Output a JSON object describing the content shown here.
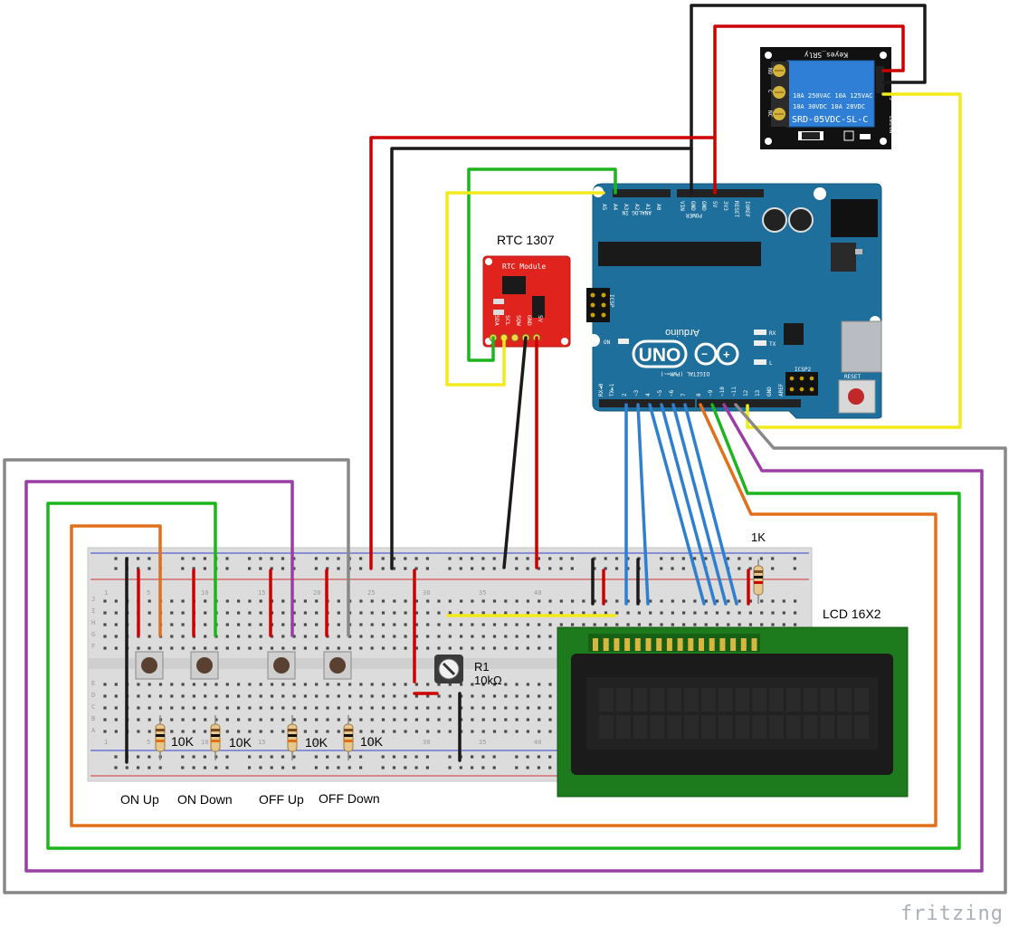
{
  "components": {
    "rtc": {
      "title": "RTC 1307",
      "board_text": "RTC Module",
      "pins": [
        "SDA",
        "SCL",
        "SQW",
        "GND",
        "5V"
      ]
    },
    "relay": {
      "brand": "Keyes_SRly",
      "rating1": "10A 250VAC  10A 125VAC",
      "rating2": "10A  30VDC  10A  28VDC",
      "model": "SRD-05VDC-SL-C",
      "left_pins": [
        "NO",
        "C",
        "NC"
      ],
      "right_pins": [
        "S",
        "-",
        "+"
      ],
      "led_label": "ON",
      "led_right": "Led"
    },
    "arduino": {
      "brand": "Arduino",
      "model": "UNO",
      "analog_label": "ANALOG IN",
      "power_label": "POWER",
      "digital_label": "DIGITAL (PWM=~)",
      "icsp": "ICSP",
      "icsp2": "ICSP2",
      "reset": "RESET",
      "on": "ON",
      "tx": "TX",
      "rx": "RX",
      "l": "L",
      "power_pins": [
        "IOREF",
        "RESET",
        "3V3",
        "5V",
        "GND",
        "GND",
        "VIN"
      ],
      "analog_pins": [
        "A0",
        "A1",
        "A2",
        "A3",
        "A4",
        "A5"
      ],
      "digital_pins": [
        "RX◄0",
        "TX►1",
        "2",
        "~3",
        "4",
        "~5",
        "~6",
        "7",
        "8",
        "~9",
        "~10",
        "~11",
        "12",
        "13",
        "GND",
        "AREF"
      ]
    },
    "lcd": {
      "title": "LCD 16X2"
    },
    "pot": {
      "name": "R1",
      "value": "10kΩ"
    },
    "resistor_1k": {
      "value": "1K"
    },
    "pulldowns": [
      "10K",
      "10K",
      "10K",
      "10K"
    ],
    "buttons": [
      "ON Up",
      "ON Down",
      "OFF Up",
      "OFF Down"
    ]
  },
  "breadboard": {
    "column_numbers": [
      "1",
      "5",
      "10",
      "15",
      "20",
      "25",
      "30",
      "35",
      "40"
    ],
    "row_letters_top": [
      "J",
      "I",
      "H",
      "G",
      "F"
    ],
    "row_letters_bottom": [
      "E",
      "D",
      "C",
      "B",
      "A"
    ]
  },
  "watermark": "fritzing",
  "colors": {
    "red": "#cc0000",
    "black": "#1a1a1a",
    "green": "#1db51d",
    "yellow": "#f2ea1d",
    "blue": "#2f7fd0",
    "orange": "#e0701b",
    "purple": "#9a3ea5",
    "gray": "#888888",
    "arduino": "#1e6f9c",
    "rtc": "#e1231e",
    "relay": "#1c6fc4",
    "lcd": "#1d7a1d"
  }
}
